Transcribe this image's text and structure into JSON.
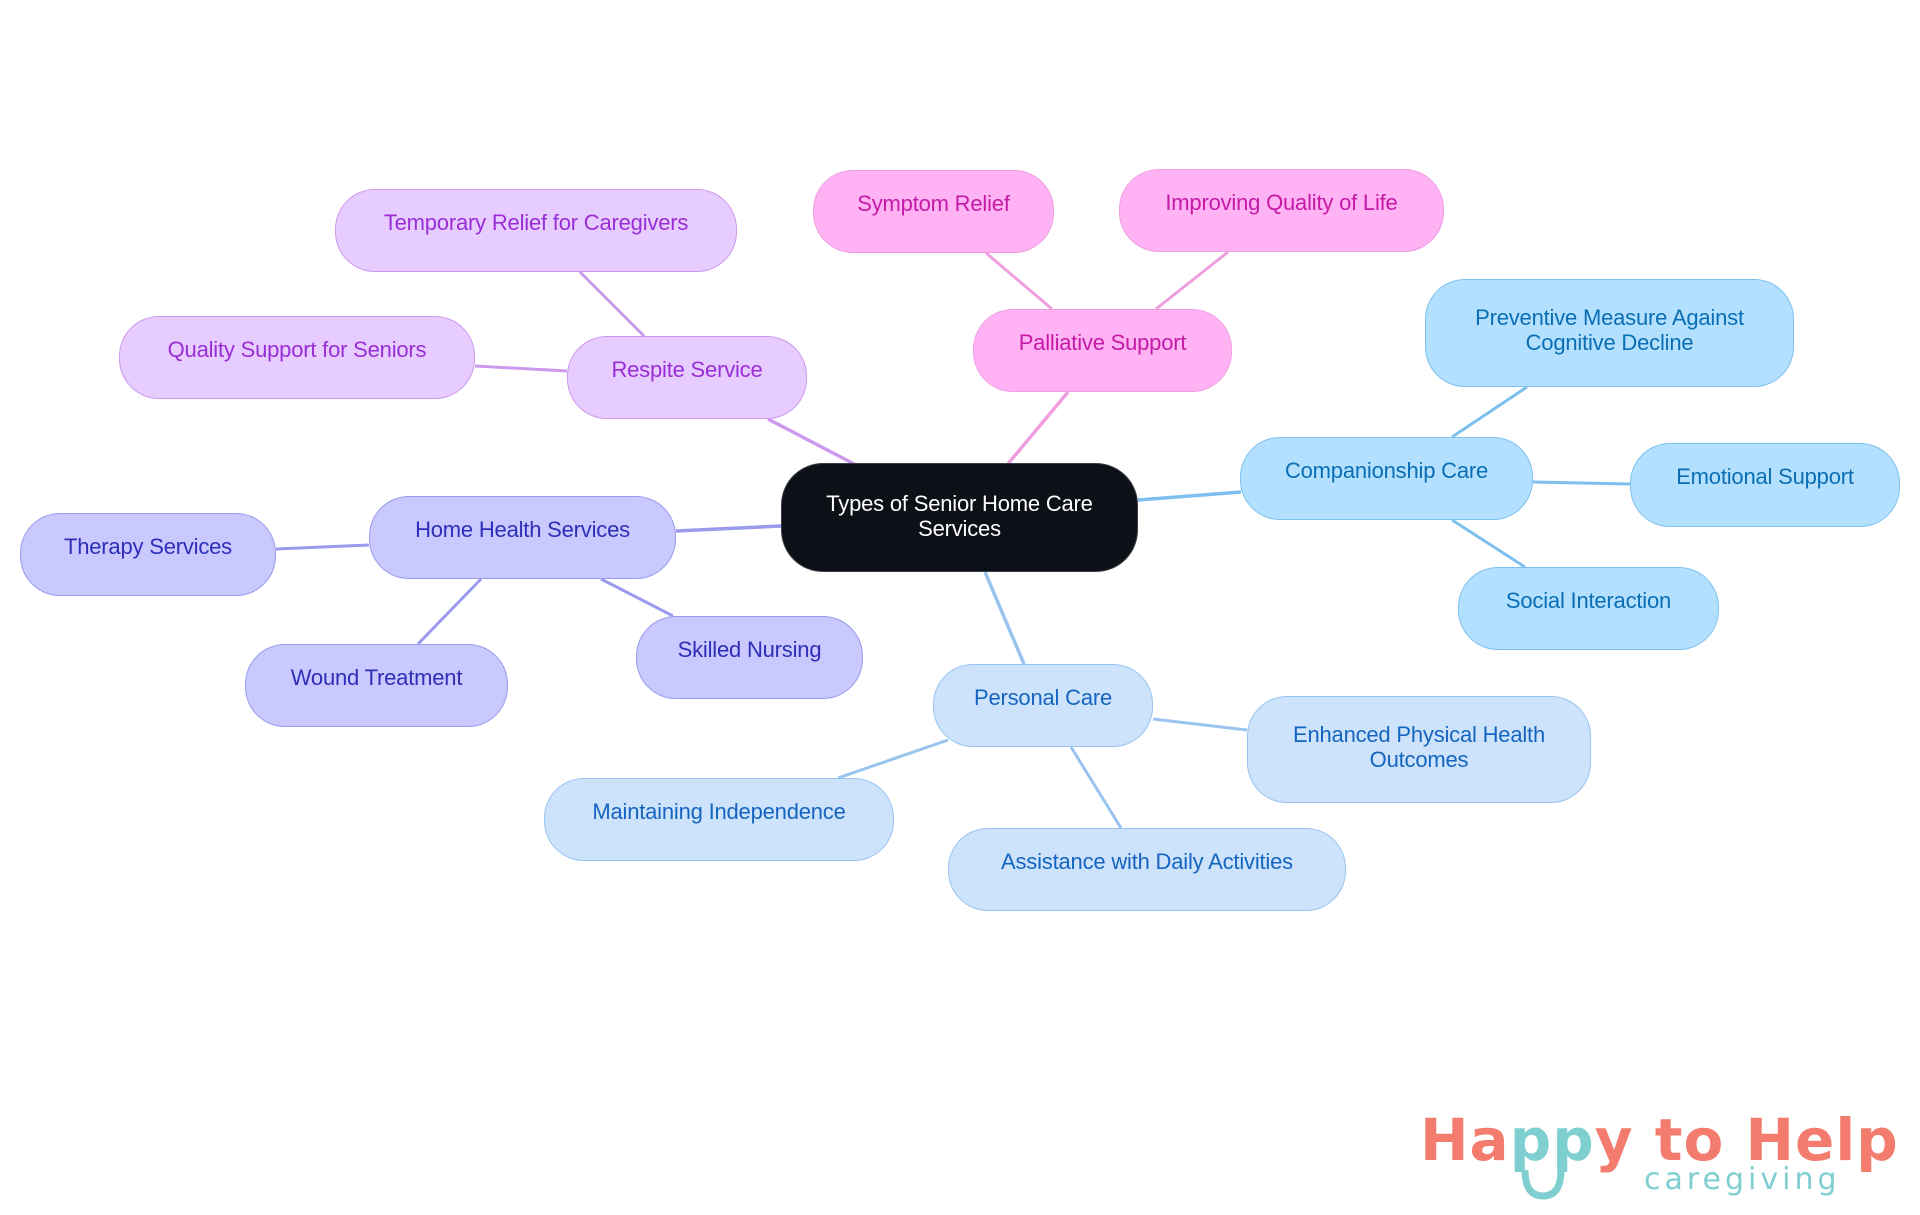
{
  "diagram": {
    "type": "mindmap",
    "root": {
      "id": "root",
      "label": "Types of Senior Home Care Services"
    },
    "branches": [
      {
        "id": "respite",
        "label": "Respite Service",
        "color": {
          "fill": "#e6ccff",
          "border": "#cc99ee",
          "text": "#9a2ed6",
          "line": "#cc99ee"
        },
        "children": [
          {
            "id": "temporary-relief",
            "label": "Temporary Relief for Caregivers"
          },
          {
            "id": "quality-support",
            "label": "Quality Support for Seniors"
          }
        ]
      },
      {
        "id": "palliative",
        "label": "Palliative Support",
        "color": {
          "fill": "#ffb3f4",
          "border": "#ef9fe0",
          "text": "#c41aa6",
          "line": "#ef9fe0"
        },
        "children": [
          {
            "id": "symptom-relief",
            "label": "Symptom Relief"
          },
          {
            "id": "improving-qol",
            "label": "Improving Quality of Life"
          }
        ]
      },
      {
        "id": "companionship",
        "label": "Companionship Care",
        "color": {
          "fill": "#b3e0ff",
          "border": "#7dc0ee",
          "text": "#0a6eb4",
          "line": "#7dc0ee"
        },
        "children": [
          {
            "id": "preventive-measure",
            "label": "Preventive Measure Against Cognitive Decline"
          },
          {
            "id": "emotional-support",
            "label": "Emotional Support"
          },
          {
            "id": "social-interaction",
            "label": "Social Interaction"
          }
        ]
      },
      {
        "id": "personal",
        "label": "Personal Care",
        "color": {
          "fill": "#cce3fb",
          "border": "#99c4f0",
          "text": "#1565c0",
          "line": "#99c4f0"
        },
        "children": [
          {
            "id": "enhanced-physical",
            "label": "Enhanced Physical Health Outcomes"
          },
          {
            "id": "maintaining-independence",
            "label": "Maintaining Independence"
          },
          {
            "id": "assistance-daily",
            "label": "Assistance with Daily Activities"
          }
        ]
      },
      {
        "id": "homehealth",
        "label": "Home Health Services",
        "color": {
          "fill": "#c9c9ff",
          "border": "#9a9aee",
          "text": "#2e2eb8",
          "line": "#9a9aee"
        },
        "children": [
          {
            "id": "therapy",
            "label": "Therapy Services"
          },
          {
            "id": "wound",
            "label": "Wound Treatment"
          },
          {
            "id": "skilled-nursing",
            "label": "Skilled Nursing"
          }
        ]
      }
    ]
  },
  "logo": {
    "part1": "Ha",
    "part2": "pp",
    "part3": "y to Help",
    "subtitle": "caregiving",
    "colors": {
      "coral": "#f47c6e",
      "teal": "#7fcfd0"
    }
  }
}
